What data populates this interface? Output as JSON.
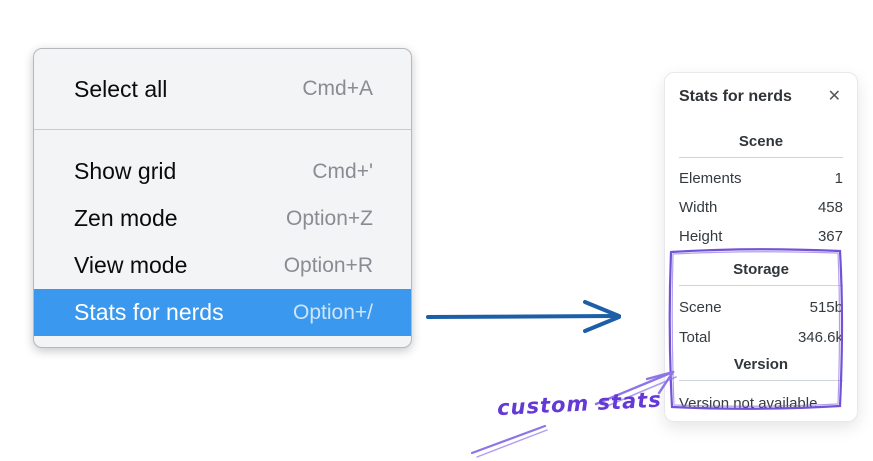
{
  "colors": {
    "menu_highlight": "#3a99ee",
    "arrow_blue": "#1c5fa8",
    "annotation_purple": "#6539d6",
    "sketch_purple": "#7352d9"
  },
  "context_menu": {
    "items": [
      {
        "label": "Select all",
        "shortcut": "Cmd+A"
      },
      {
        "label": "Show grid",
        "shortcut": "Cmd+'"
      },
      {
        "label": "Zen mode",
        "shortcut": "Option+Z"
      },
      {
        "label": "View mode",
        "shortcut": "Option+R"
      },
      {
        "label": "Stats for nerds",
        "shortcut": "Option+/"
      }
    ]
  },
  "stats_panel": {
    "title": "Stats for nerds",
    "icons": {
      "close": "✕"
    },
    "sections": {
      "scene": {
        "header": "Scene",
        "rows": [
          {
            "label": "Elements",
            "value": "1"
          },
          {
            "label": "Width",
            "value": "458"
          },
          {
            "label": "Height",
            "value": "367"
          }
        ]
      },
      "storage": {
        "header": "Storage",
        "rows": [
          {
            "label": "Scene",
            "value": "515b"
          },
          {
            "label": "Total",
            "value": "346.6k"
          }
        ]
      },
      "version": {
        "header": "Version",
        "note": "Version not available"
      }
    }
  },
  "annotation": {
    "label": "custom stats"
  }
}
